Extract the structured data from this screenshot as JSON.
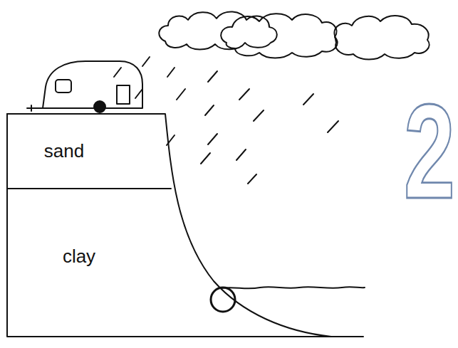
{
  "diagram": {
    "nodes": [
      {
        "text": [
          "sand"
        ]
      },
      {
        "text": [
          "clay"
        ]
      }
    ],
    "labels": [
      "2"
    ]
  }
}
